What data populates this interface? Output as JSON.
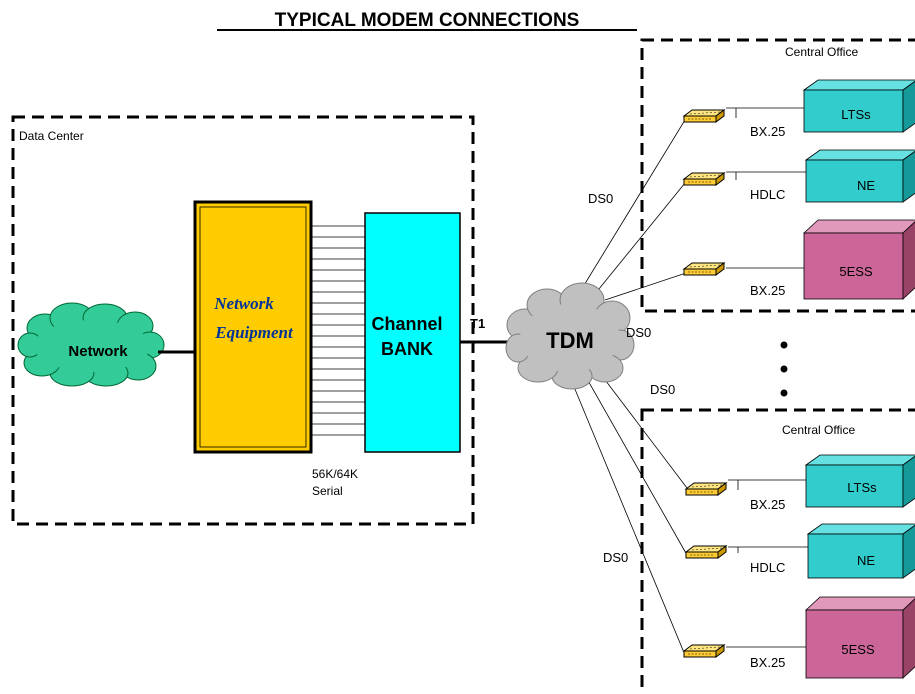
{
  "title": "TYPICAL MODEM CONNECTIONS",
  "data_center": {
    "label": "Data Center",
    "network": "Network",
    "equipment_line1": "Network",
    "equipment_line2": "Equipment",
    "channel_bank_line1": "Channel",
    "channel_bank_line2": "BANK",
    "serial_line1": "56K/64K",
    "serial_line2": "Serial",
    "t1": "T1"
  },
  "tdm": "TDM",
  "links": {
    "ds0_top_left": "DS0",
    "ds0_mid_right": "DS0",
    "ds0_mid_low": "DS0",
    "ds0_bottom_left": "DS0"
  },
  "central_office_1": {
    "label": "Central Office",
    "devices": [
      {
        "protocol": "BX.25",
        "target": "LTSs"
      },
      {
        "protocol": "HDLC",
        "target": "NE"
      },
      {
        "protocol": "BX.25",
        "target": "5ESS"
      }
    ]
  },
  "central_office_2": {
    "label": "Central Office",
    "devices": [
      {
        "protocol": "BX.25",
        "target": "LTSs"
      },
      {
        "protocol": "HDLC",
        "target": "NE"
      },
      {
        "protocol": "BX.25",
        "target": "5ESS"
      }
    ]
  },
  "colors": {
    "equipment": "#FFCC00",
    "channel_bank": "#00FFFF",
    "network_cloud": "#33CC99",
    "tdm_cloud": "#C0C0C0",
    "teal_box": "#33CCCC",
    "pink_box": "#CC6699",
    "modem": "#FFCC33"
  }
}
